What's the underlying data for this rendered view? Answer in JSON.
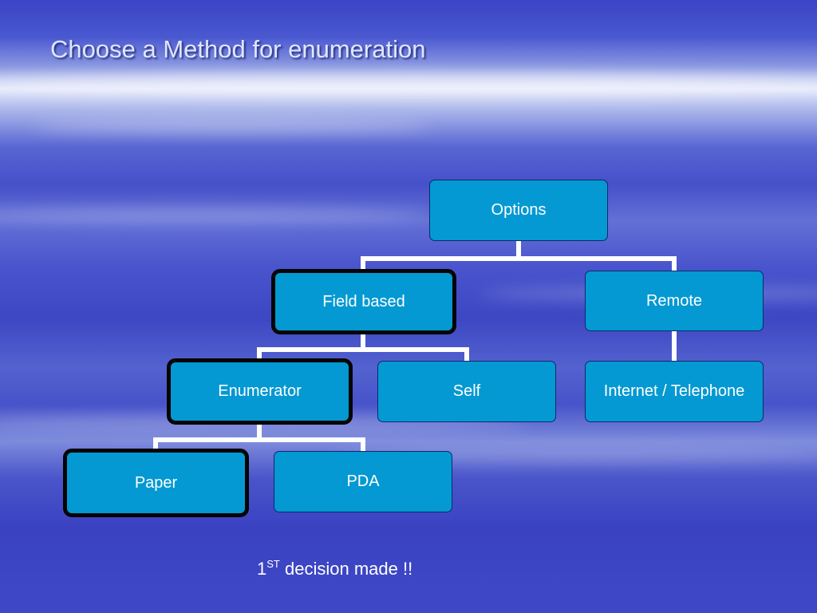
{
  "slide": {
    "title": "Choose a Method for enumeration",
    "note": {
      "number": "1",
      "superscript": "ST",
      "text": " decision made !!"
    }
  },
  "tree": {
    "options": "Options",
    "field_based": "Field based",
    "remote": "Remote",
    "enumerator": "Enumerator",
    "self": "Self",
    "internet_telephone": "Internet / Telephone",
    "paper": "Paper",
    "pda": "PDA"
  },
  "colors": {
    "node_fill": "#0499d2",
    "selected_border": "#050505",
    "connector": "#ffffff",
    "title_text": "#dfe6ff"
  }
}
